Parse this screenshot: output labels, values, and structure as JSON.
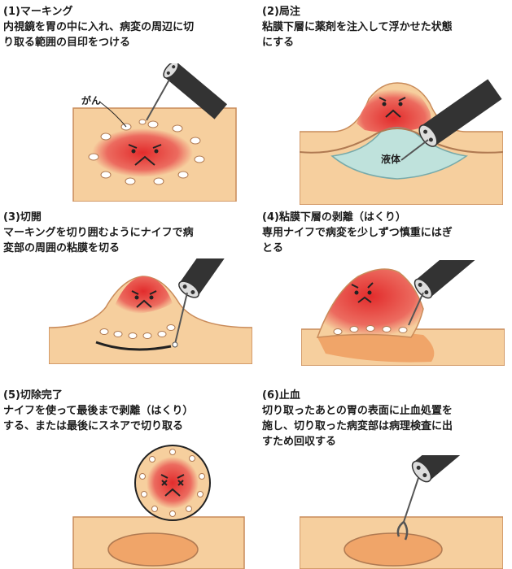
{
  "steps": [
    {
      "title": "(1)マーキング",
      "desc": [
        "内視鏡を胃の中に入れ、病変の周辺に切",
        "り取る範囲の目印をつける"
      ]
    },
    {
      "title": "(2)局注",
      "desc": [
        "粘膜下層に薬剤を注入して浮かせた状態",
        "にする"
      ]
    },
    {
      "title": "(3)切開",
      "desc": [
        "マーキングを切り囲むようにナイフで病",
        "変部の周囲の粘膜を切る"
      ]
    },
    {
      "title": "(4)粘膜下層の剥離（はくり）",
      "desc": [
        "専用ナイフで病変を少しずつ慎重にはぎ",
        "とる"
      ]
    },
    {
      "title": "(5)切除完了",
      "desc": [
        "ナイフを使って最後まで剥離（はくり）",
        "する、または最後にスネアで切り取る"
      ]
    },
    {
      "title": "(6)止血",
      "desc": [
        "切り取ったあとの胃の表面に止血処置を",
        "施し、切り取った病変部は病理検査に出",
        "すため回収する"
      ]
    }
  ],
  "labels": {
    "cancer": "がん",
    "fluid": "液体"
  },
  "colors": {
    "tissue": "#f6cf9e",
    "lesion": "#e83a3a",
    "marker": "#ffffff",
    "fluid": "#bfe2dc",
    "scope": "#333333",
    "resection_bed": "#f0a569"
  }
}
